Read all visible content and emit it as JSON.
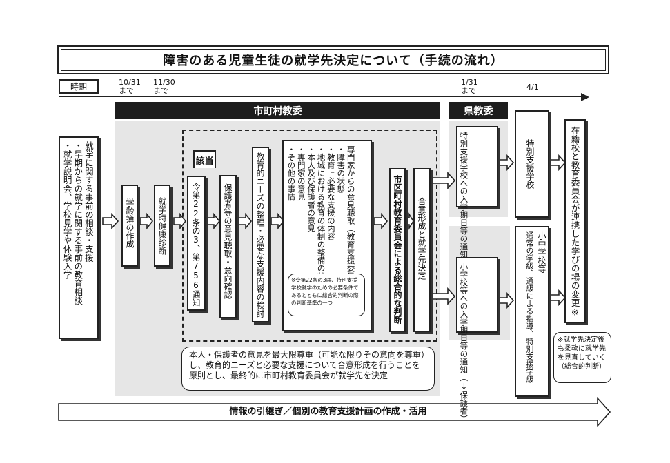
{
  "title": "障害のある児童生徒の就学先決定について（手続の流れ）",
  "timeline": {
    "label": "時期",
    "d1_date": "10/31",
    "d1_suffix": "まで",
    "d2_date": "11/30",
    "d2_suffix": "まで",
    "d3_date": "1/31",
    "d3_suffix": "まで",
    "d4_date": "4/1"
  },
  "headers": {
    "municipal": "市町村教委",
    "prefectural": "県教委"
  },
  "boxes": {
    "consult": "就学に関する事前の相談・支援\n・早期からの就学に関する事前の教育相談\n・就学説明会、学校見学や体験入学",
    "register": "学齢簿の作成",
    "health": "就学時健康診断",
    "applicable_tag": "該当",
    "notice_ref": "令第22条の3、第756通知",
    "guardian_hearing": "保護者等の意見聴取・意向確認",
    "needs": "教育的ニーズの整理・必要な支援内容の検討",
    "expert_list": "専門家からの意見聴取（教育支援委員会等）\n・障害の状態\n・教育上必要な支援の内容\n・地域における教育の体制の整備の状況\n・本人及び保護者の意見\n・専門家の意見\n・その他の事情",
    "expert_note": "※令第22条の3は、特別支援学校就学のための必要条件であるとともに総合的判断の際の判断基準の一つ",
    "board_decision": "市区町村教育委員会による総合的な判断",
    "consensus": "合意形成と就学先決定",
    "notify_special": "特別支援学校への入学期日等の通知（↓保護者）",
    "notify_elem": "小学校等への入学期日等の通知（↓保護者）",
    "special_school": "特別支援学校",
    "elem_school_title": "小中学校等",
    "elem_school_body": "通常の学級、通級による指導、特別支援学級",
    "learning_place": "在籍校と教育委員会が連携した学びの場の変更※",
    "flex_note": "※就学先決定後も柔軟に就学先を見直していく（総合的判断）",
    "principle": "本人・保護者の意見を最大限尊重（可能な限りその意向を尊重）し、教育的ニーズと必要な支援について合意形成を行うことを原則とし、最終的に市町村教育委員会が就学先を決定"
  },
  "bottom_arrow": "情報の引継ぎ／個別の教育支援計画の作成・活用"
}
